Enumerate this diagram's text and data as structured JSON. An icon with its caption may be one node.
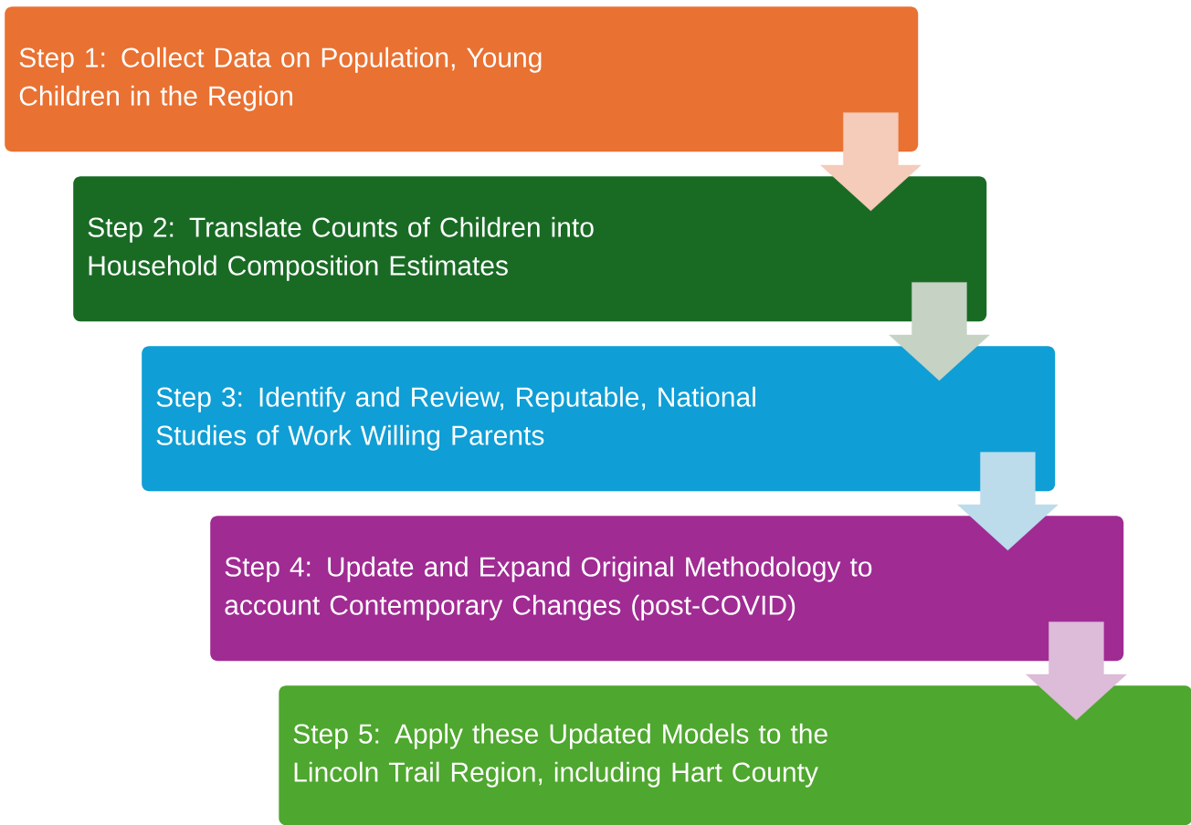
{
  "diagram": {
    "nodes": [
      {
        "text": [
          "Step 1:  Collect Data on Population, Young Children in the Region"
        ]
      },
      {
        "text": [
          "Step 2:  Translate Counts of Children into Household Composition Estimates"
        ]
      },
      {
        "text": [
          "Step 3: Identify and Review, Reputable, National Studies of Work Willing Parents"
        ]
      },
      {
        "text": [
          "Step 4:  Update and Expand Original Methodology to account Contemporary Changes (post-COVID)"
        ]
      },
      {
        "text": [
          "Step 5: Apply these Updated Models to the Lincoln Trail Region, including Hart County"
        ]
      }
    ],
    "edges": [
      {
        "from": 0,
        "to": 1,
        "arrow": "to",
        "color": "#f5cbb9"
      },
      {
        "from": 1,
        "to": 2,
        "arrow": "to",
        "color": "#c6d3c4"
      },
      {
        "from": 2,
        "to": 3,
        "arrow": "to",
        "color": "#bcdcec"
      },
      {
        "from": 3,
        "to": 4,
        "arrow": "to",
        "color": "#dcbcd8"
      }
    ]
  }
}
